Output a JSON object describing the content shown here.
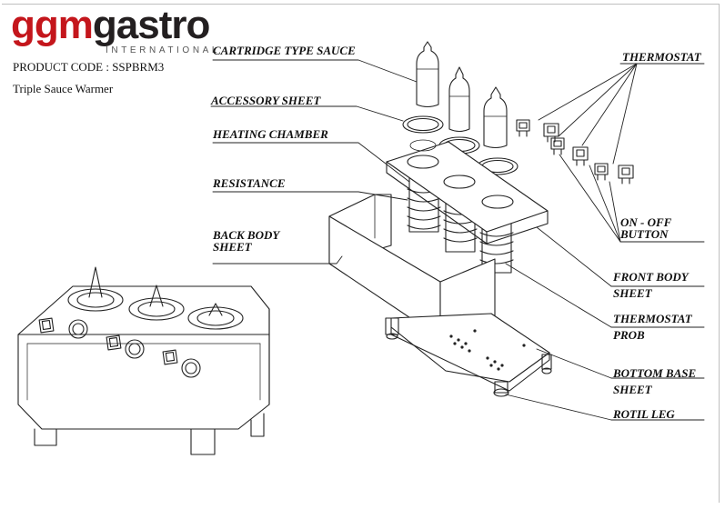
{
  "brand": {
    "name_red": "ggm",
    "name_dark": "gastro",
    "sub": "INTERNATIONAL",
    "color_red": "#c4161c",
    "color_dark": "#231f20"
  },
  "product": {
    "code": "PRODUCT CODE : SSPBRM3",
    "name": "Triple Sauce Warmer"
  },
  "callouts": {
    "cartridge": "CARTRIDGE TYPE SAUCE",
    "accessory": "ACCESSORY SHEET",
    "heating": "HEATING CHAMBER",
    "resistance": "RESISTANCE",
    "back_body_1": "BACK BODY",
    "back_body_2": "SHEET",
    "thermostat": "THERMOSTAT",
    "onoff_1": "ON - OFF",
    "onoff_2": "BUTTON",
    "front_body_1": "FRONT BODY",
    "front_body_2": "SHEET",
    "thermostat_prob_1": "THERMOSTAT",
    "thermostat_prob_2": "PROB",
    "bottom_base_1": "BOTTOM BASE",
    "bottom_base_2": "SHEET",
    "rotil_leg": "ROTIL LEG"
  }
}
